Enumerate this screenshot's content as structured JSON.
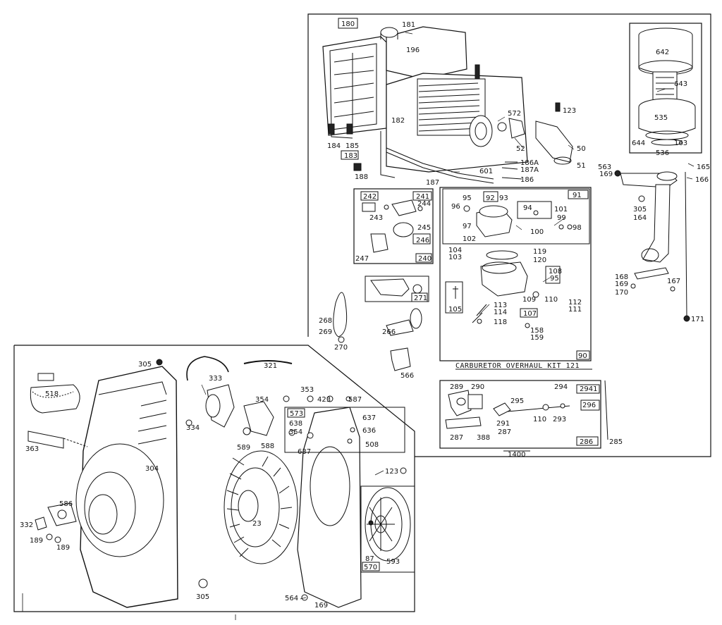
{
  "diagram": {
    "caption": "CARBURETOR OVERHAUL KIT 121",
    "upper_labels": {
      "l180": "180",
      "l181": "181",
      "l196": "196",
      "l182": "182",
      "l184": "184",
      "l185": "185",
      "l183": "183",
      "l188": "188",
      "l187": "187",
      "l572": "572",
      "l123": "123",
      "l52": "52",
      "l50": "50",
      "l51": "51",
      "l186A": "186A",
      "l187A": "187A",
      "l601": "601",
      "l186": "186"
    },
    "filter_labels": {
      "l642": "642",
      "l643": "643",
      "l535": "535",
      "l644": "644",
      "l163": "163",
      "l536": "536"
    },
    "right_labels": {
      "l563": "563",
      "l169a": "169",
      "l165": "165",
      "l166": "166",
      "l305": "305",
      "l164": "164",
      "l168": "168",
      "l169b": "169",
      "l170": "170",
      "l167": "167",
      "l171": "171"
    },
    "box240_labels": {
      "l242": "242",
      "l241": "241",
      "l244": "244",
      "l243": "243",
      "l245": "245",
      "l246": "246",
      "l247": "247",
      "l240": "240"
    },
    "carb_labels": {
      "l91": "91",
      "l95a": "95",
      "l92": "92",
      "l93": "93",
      "l96": "96",
      "l94": "94",
      "l101": "101",
      "l99": "99",
      "l97": "97",
      "l100": "100",
      "l98": "98",
      "l102": "102",
      "l104": "104",
      "l103": "103",
      "l119": "119",
      "l120": "120",
      "l108": "108",
      "l95b": "95",
      "l109": "109",
      "l110": "110",
      "l112": "112",
      "l111": "111",
      "l107": "107",
      "l105": "105",
      "l113": "113",
      "l114": "114",
      "l118": "118",
      "l158": "158",
      "l159": "159",
      "l90": "90"
    },
    "mid_labels": {
      "l271": "271",
      "l268": "268",
      "l269": "269",
      "l270": "270",
      "l266": "266",
      "l566": "566"
    },
    "gov_labels": {
      "l289": "289",
      "l290": "290",
      "l294": "294",
      "l2941": "2941",
      "l296": "296",
      "l295": "295",
      "l291": "291",
      "l110": "110",
      "l293": "293",
      "l287a": "287",
      "l388": "388",
      "l287b": "287",
      "l286": "286",
      "l285": "285",
      "l1400": "1400"
    },
    "lower_labels": {
      "l518": "518",
      "l363": "363",
      "l305a": "305",
      "l304": "304",
      "l332": "332",
      "l586": "586",
      "l189a": "189",
      "l189b": "189",
      "l305b": "305",
      "l321": "321",
      "l333": "333",
      "l334": "334",
      "l589": "589",
      "l588": "588",
      "l354a": "354",
      "l353": "353",
      "l423": "423",
      "l587": "587",
      "l573": "573",
      "l638": "638",
      "l354b": "354",
      "l637a": "637",
      "l637b": "637",
      "l636": "636",
      "l508": "508",
      "l123": "123",
      "l23": "23",
      "l87": "87",
      "l570": "570",
      "l593": "593",
      "l564": "564",
      "l169": "169"
    }
  }
}
